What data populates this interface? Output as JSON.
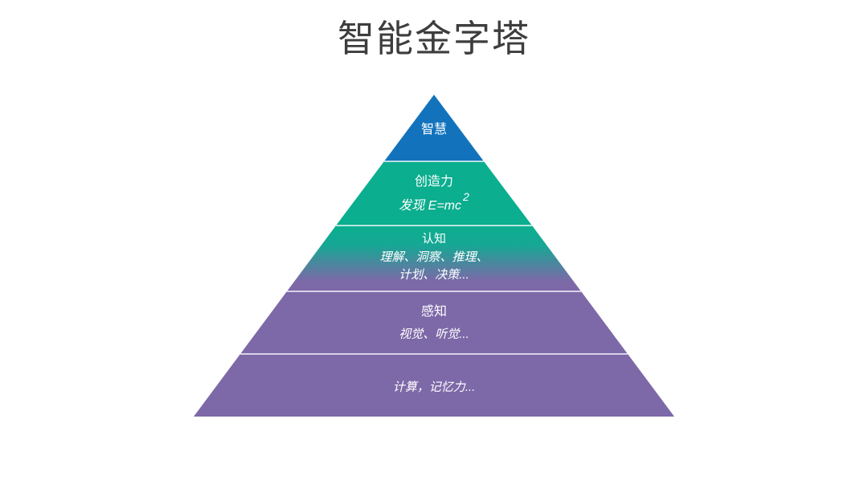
{
  "title": "智能金字塔",
  "pyramid": {
    "levels": [
      {
        "label": "智慧"
      },
      {
        "label": "创造力",
        "formula_prefix": "发现 E=mc",
        "formula_sup": "2"
      },
      {
        "label": "认知",
        "line1": "理解、洞察、推理、",
        "line2": "计划、决策..."
      },
      {
        "label": "感知",
        "line1": "视觉、听觉..."
      },
      {
        "line1": "计算，记忆力..."
      }
    ]
  },
  "colors": {
    "level1_blue": "#1273BC",
    "level2_teal": "#0BAE8F",
    "level3_gradient_top": "#0BAE8F",
    "level3_gradient_mid": "#16A794",
    "level3_gradient_bottom": "#7D68A8",
    "level4_purple": "#7D68A8",
    "level5_purple": "#7D68A8",
    "separator_line": "rgba(255,255,255,0.7)",
    "title_text": "#3D3D3D",
    "level_text": "#FFFFFF",
    "background": "#FFFFFF"
  }
}
